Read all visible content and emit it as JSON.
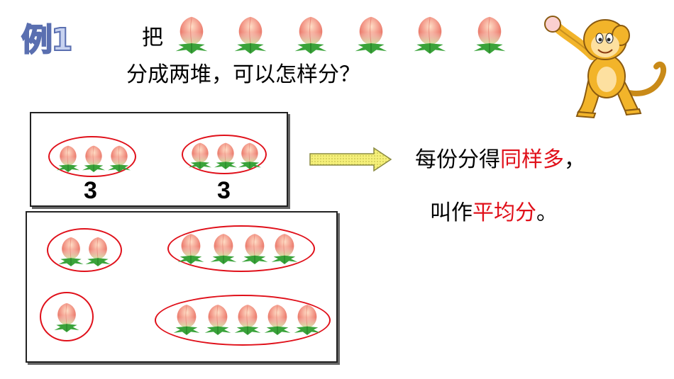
{
  "example_label": "例1",
  "question": {
    "line1_prefix": "把",
    "line2": "分成两堆，可以怎样分？"
  },
  "grouping_a": {
    "left_count": "3",
    "right_count": "3"
  },
  "conclusion": {
    "line1_plain": "每份分得",
    "line1_red": "同样多",
    "line1_end": "，",
    "line2_plain": "叫作",
    "line2_red": "平均分",
    "line2_end": "。"
  },
  "colors": {
    "accent_red": "#e0101a",
    "arrow_fill": "#f5f07a",
    "peach_pink": "#f08a80",
    "leaf_green": "#3aa33a"
  },
  "icons": [
    "peach-icon",
    "monkey-mascot",
    "arrow-right-icon"
  ]
}
